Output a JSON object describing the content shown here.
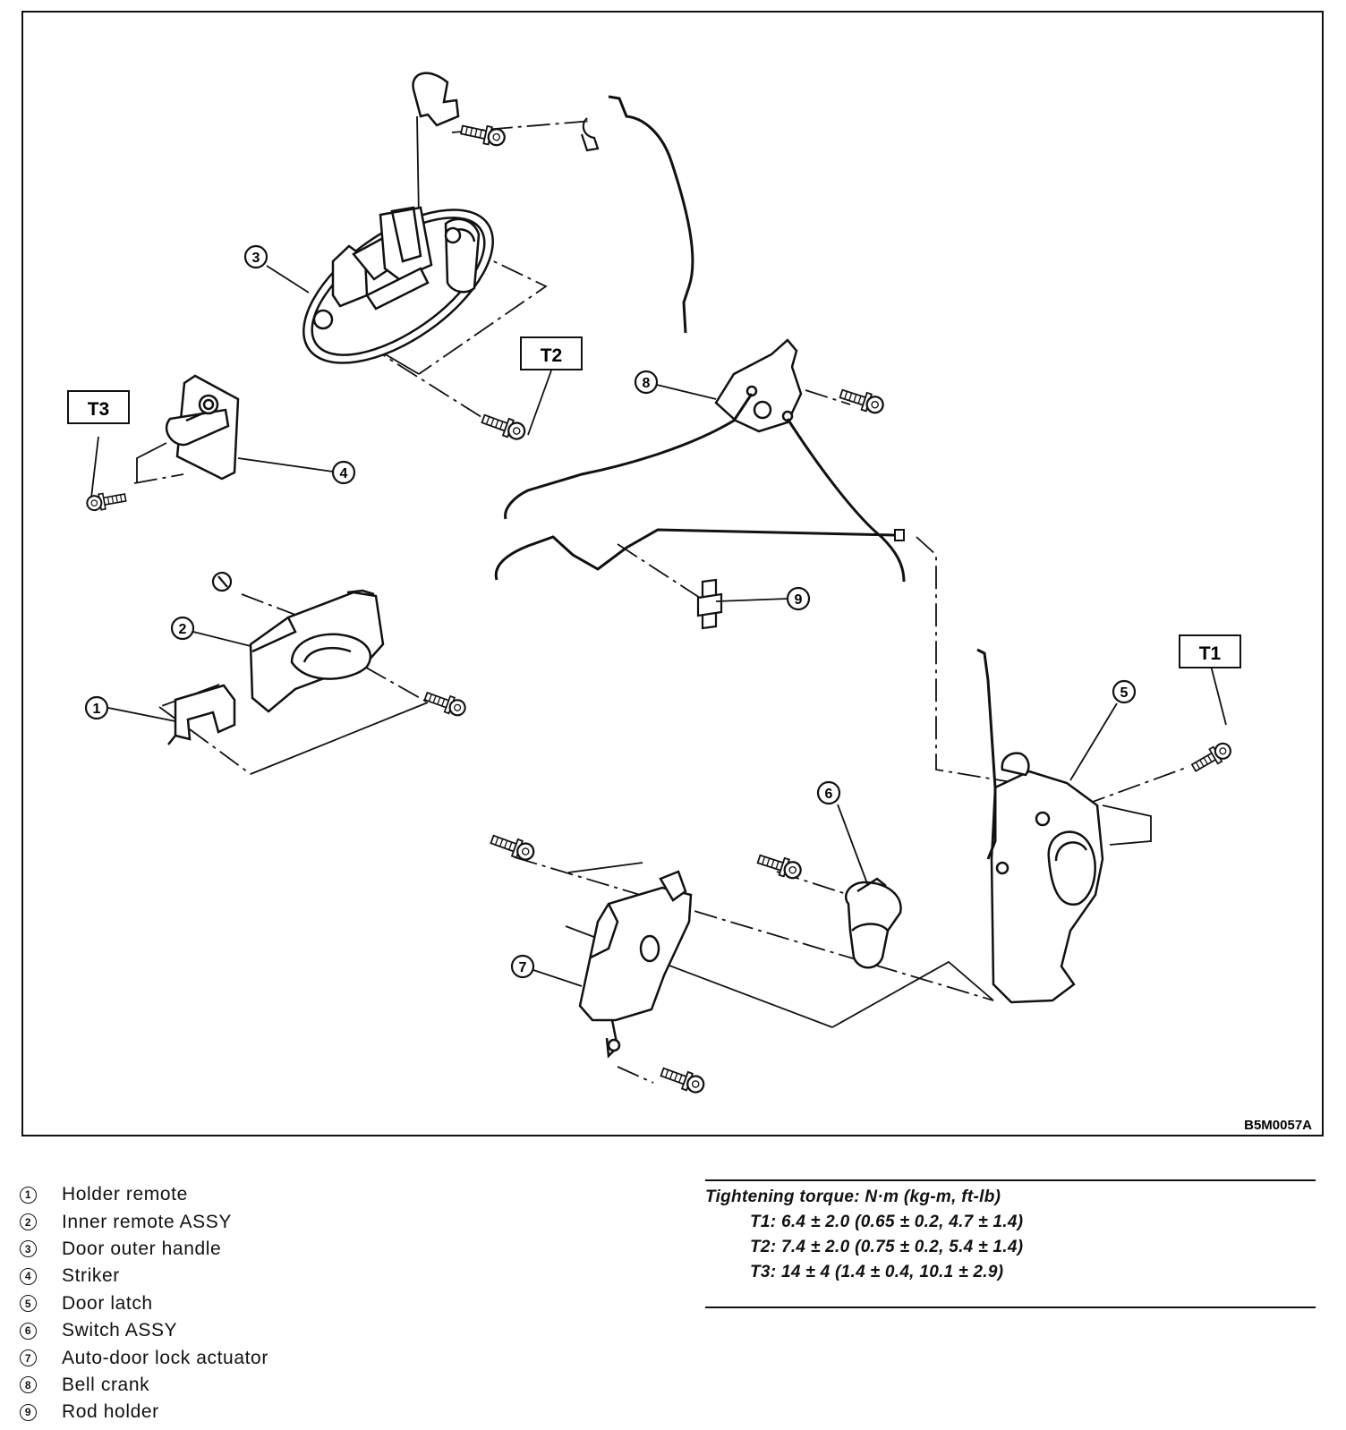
{
  "diagram": {
    "code": "B5M0057A",
    "callouts": [
      {
        "id": "c1",
        "label": "1"
      },
      {
        "id": "c2",
        "label": "2"
      },
      {
        "id": "c3",
        "label": "3"
      },
      {
        "id": "c4",
        "label": "4"
      },
      {
        "id": "c5",
        "label": "5"
      },
      {
        "id": "c6",
        "label": "6"
      },
      {
        "id": "c7",
        "label": "7"
      },
      {
        "id": "c8",
        "label": "8"
      },
      {
        "id": "c9",
        "label": "9"
      }
    ],
    "torque_tags": [
      "T1",
      "T2",
      "T3"
    ]
  },
  "legend": [
    {
      "num": "1",
      "label": "Holder remote"
    },
    {
      "num": "2",
      "label": "Inner remote ASSY"
    },
    {
      "num": "3",
      "label": "Door outer handle"
    },
    {
      "num": "4",
      "label": "Striker"
    },
    {
      "num": "5",
      "label": "Door latch"
    },
    {
      "num": "6",
      "label": "Switch ASSY"
    },
    {
      "num": "7",
      "label": "Auto-door lock actuator"
    },
    {
      "num": "8",
      "label": "Bell crank"
    },
    {
      "num": "9",
      "label": "Rod holder"
    }
  ],
  "torque": {
    "title": "Tightening torque: N·m (kg-m, ft-lb)",
    "rows": [
      "T1: 6.4 ± 2.0 (0.65 ± 0.2, 4.7 ± 1.4)",
      "T2: 7.4 ± 2.0 (0.75 ± 0.2, 5.4 ± 1.4)",
      "T3: 14 ± 4 (1.4 ± 0.4, 10.1 ± 2.9)"
    ]
  }
}
